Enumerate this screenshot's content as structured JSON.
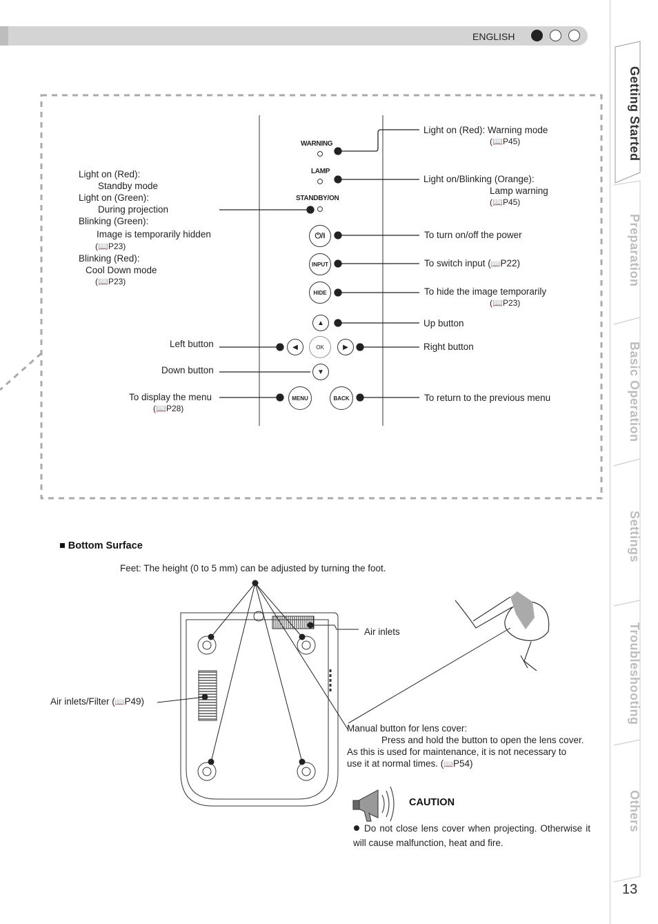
{
  "header": {
    "language": "ENGLISH"
  },
  "sidebar": {
    "tabs": [
      {
        "label": "Getting Started",
        "active": true
      },
      {
        "label": "Preparation",
        "active": false
      },
      {
        "label": "Basic Operation",
        "active": false
      },
      {
        "label": "Settings",
        "active": false
      },
      {
        "label": "Troubleshooting",
        "active": false
      },
      {
        "label": "Others",
        "active": false
      }
    ],
    "page_number": "13"
  },
  "control_panel": {
    "indicators": {
      "warning": "WARNING",
      "lamp": "LAMP",
      "standby": "STANDBY/ON"
    },
    "buttons": {
      "power": "⏻/I",
      "input": "INPUT",
      "hide": "HIDE",
      "ok": "OK",
      "menu": "MENU",
      "back": "BACK"
    },
    "left_labels": {
      "standby_1": "Light on (Red):",
      "standby_2": "Standby mode",
      "standby_3": "Light on (Green):",
      "standby_4": "During projection",
      "standby_5": "Blinking (Green):",
      "standby_6": "Image is temporarily hidden",
      "standby_7": "P23)",
      "standby_8": "Blinking (Red):",
      "standby_9": "Cool Down mode",
      "standby_10": "P23)",
      "left_button": "Left button",
      "down_button": "Down button",
      "menu_1": "To display the menu",
      "menu_2": "P28)"
    },
    "right_labels": {
      "warning_1": "Light on (Red): Warning mode",
      "warning_2": "P45)",
      "lamp_1": "Light on/Blinking (Orange):",
      "lamp_2": "Lamp warning",
      "lamp_3": "P45)",
      "power": "To turn on/off the power",
      "input": "To switch input (",
      "input_ref": "P22)",
      "hide_1": "To hide the image temporarily",
      "hide_2": "P23)",
      "up": "Up button",
      "right": "Right button",
      "back": "To return to the previous menu"
    }
  },
  "bottom_surface": {
    "title": "Bottom Surface",
    "feet": "Feet: The height (0 to 5 mm) can be adjusted by turning the foot.",
    "air_inlets": "Air inlets",
    "air_filter": "Air inlets/Filter (",
    "air_filter_ref": "P49)",
    "manual_1": "Manual button for lens cover:",
    "manual_2": "Press and hold the button to open the lens cover.",
    "manual_3": "As this is used for maintenance, it is not necessary to",
    "manual_4": "use it at normal times. (",
    "manual_ref": "P54)"
  },
  "caution": {
    "title": "CAUTION",
    "text": "Do not close lens cover when projecting. Otherwise it will cause malfunction, heat and fire."
  }
}
